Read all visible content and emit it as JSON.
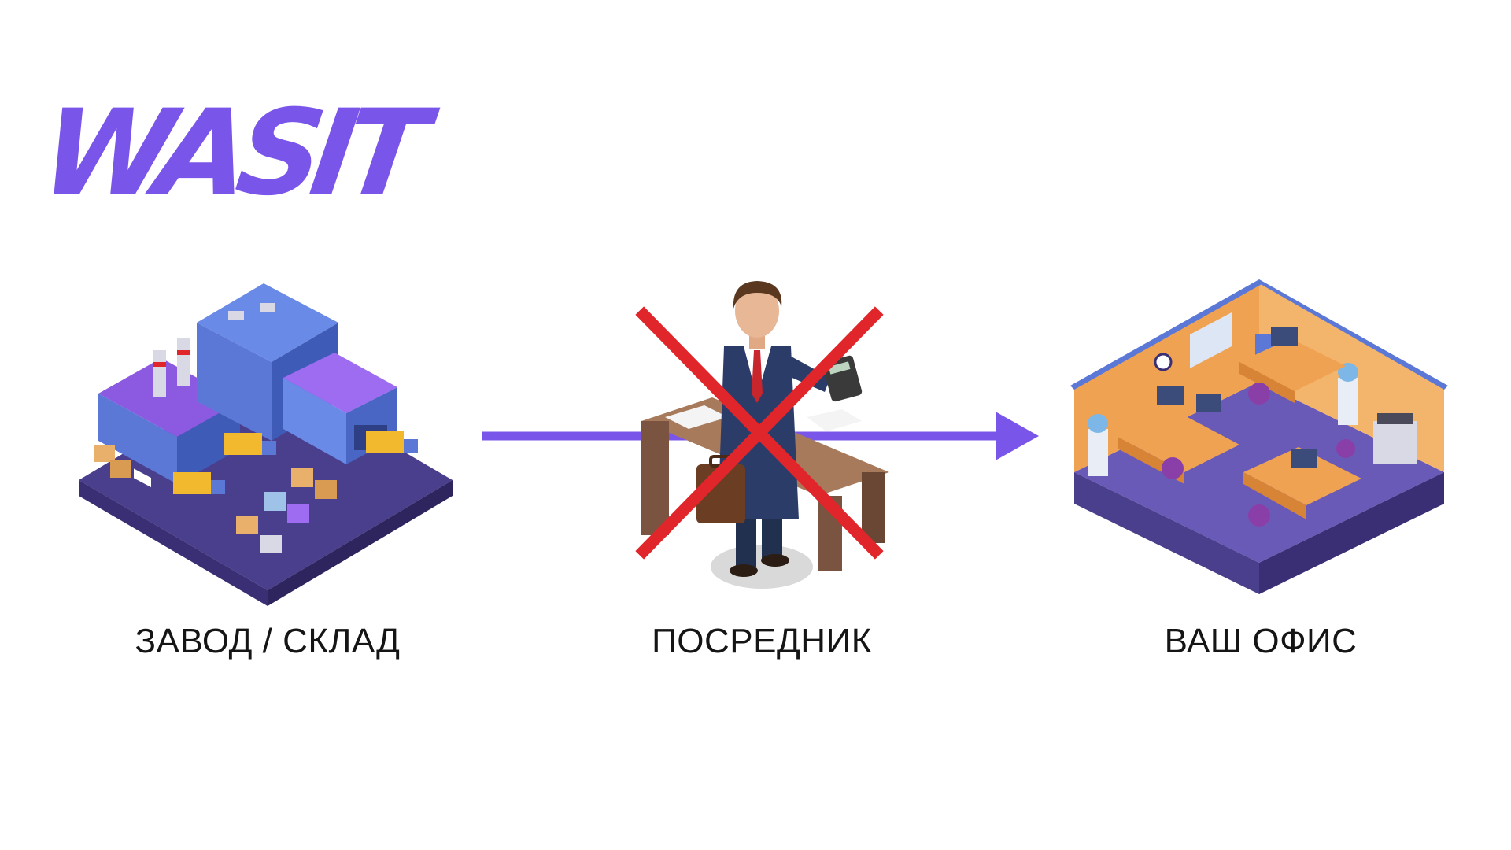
{
  "logo": {
    "text": "WASIT",
    "color": "#7a55ea"
  },
  "captions": {
    "factory": "ЗАВОД / СКЛАД",
    "middleman": "ПОСРЕДНИК",
    "office": "ВАШ ОФИС"
  },
  "colors": {
    "accent": "#7a55ea",
    "cross": "#e1262b",
    "factory_blue": "#5b78d6",
    "factory_purple": "#8c5ae0",
    "office_orange": "#f0a253",
    "truck_yellow": "#f2b82e"
  },
  "icons": [
    "factory-warehouse-icon",
    "middleman-businessman-icon",
    "office-room-icon",
    "cross-out-icon",
    "arrow-right-icon"
  ]
}
